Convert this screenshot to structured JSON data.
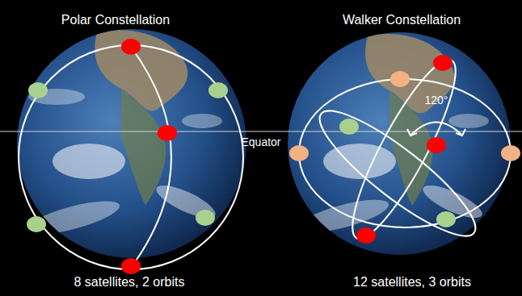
{
  "diagram": {
    "labels": [
      "Polar Constellation",
      "Walker Constellation",
      "Equator",
      "120°",
      "8 satellites, 2 orbits",
      "12 satellites, 3 orbits"
    ]
  }
}
